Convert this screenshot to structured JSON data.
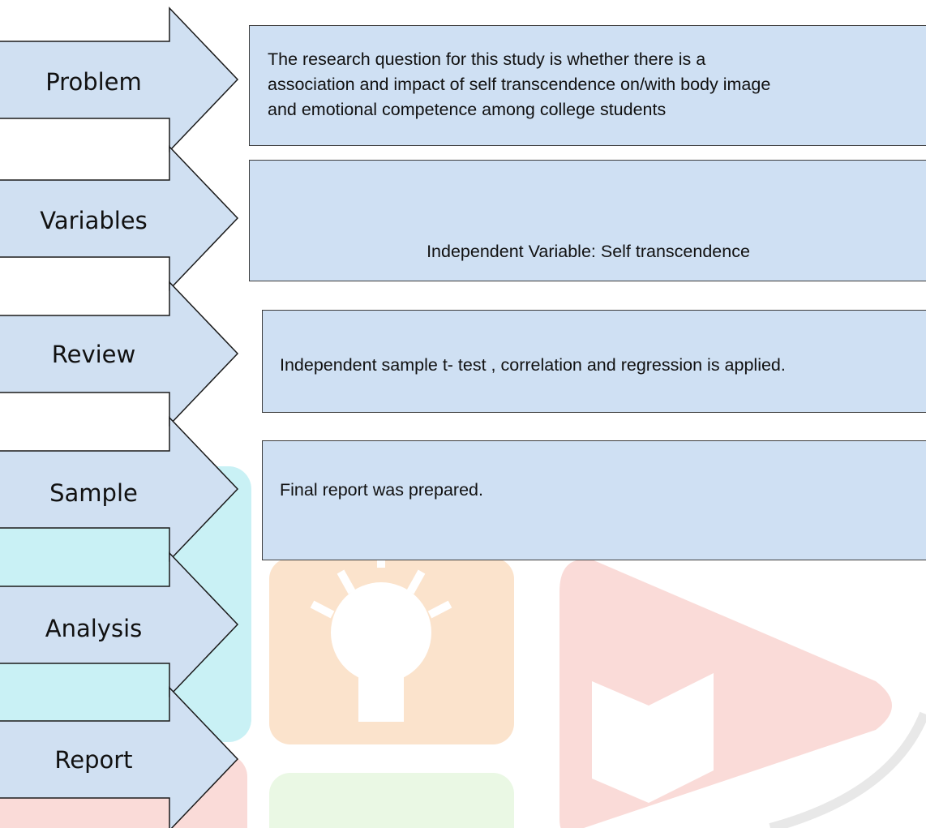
{
  "colors": {
    "arrow_fill": "#d0e0f2",
    "arrow_stroke": "#1a1a1a",
    "box_fill": "#cfe0f3",
    "box_border": "#3b3b3b",
    "watermark_orange": "#fbe3cc",
    "watermark_red": "#fadbd8",
    "watermark_green": "#eaf8e4",
    "watermark_cyan": "#c9f1f5"
  },
  "steps": [
    {
      "label": "Problem"
    },
    {
      "label": "Variables"
    },
    {
      "label": "Review"
    },
    {
      "label": "Sample"
    },
    {
      "label": "Analysis"
    },
    {
      "label": "Report"
    }
  ],
  "boxes": {
    "problem_lines": [
      "The research question for this study is whether there is a",
      "association and impact of self transcendence  on/with body image",
      "and emotional competence among college students"
    ],
    "variables_text": "Independent Variable: Self transcendence",
    "review_text": "Independent sample t- test , correlation and regression is applied.",
    "sample_text": "Final report was prepared."
  }
}
